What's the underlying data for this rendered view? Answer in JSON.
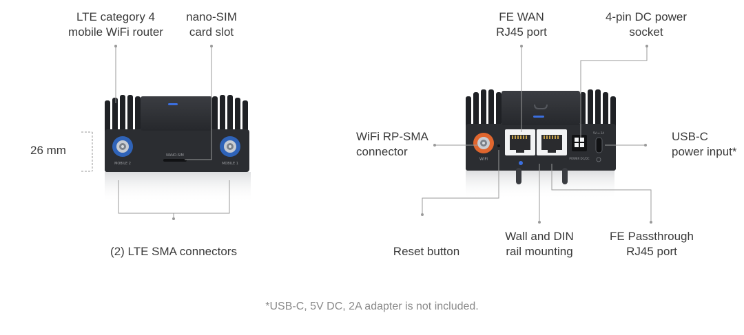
{
  "labels": {
    "lte_router": "LTE category 4\nmobile WiFi router",
    "nano_sim": "nano-SIM\ncard slot",
    "height": "26 mm",
    "lte_sma": "(2) LTE SMA connectors",
    "fe_wan": "FE WAN\nRJ45 port",
    "dc_power": "4-pin DC power\nsocket",
    "wifi_sma": "WiFi RP-SMA\nconnector",
    "usb_c": "USB-C\npower input*",
    "reset": "Reset button",
    "wall_din": "Wall and DIN\nrail mounting",
    "fe_passthrough": "FE Passthrough\nRJ45 port"
  },
  "device_markings": {
    "mobile_2": "MOBILE 2",
    "mobile_1": "MOBILE 1",
    "nano_sim": "NANO-SIM",
    "wifi": "WiFi",
    "power_dc": "POWER DC/DC",
    "rating": "5V ⎓ 2A"
  },
  "footnote": "*USB-C, 5V DC, 2A adapter is not included.",
  "colors": {
    "body": "#2b2d31",
    "body_top": "#34363b",
    "fin": "#1f2125",
    "lte_connector": "#2f63b8",
    "wifi_connector": "#e0662e",
    "led": "#3b6fe0",
    "line": "#9a9a9a",
    "text": "#3a3a3a"
  }
}
